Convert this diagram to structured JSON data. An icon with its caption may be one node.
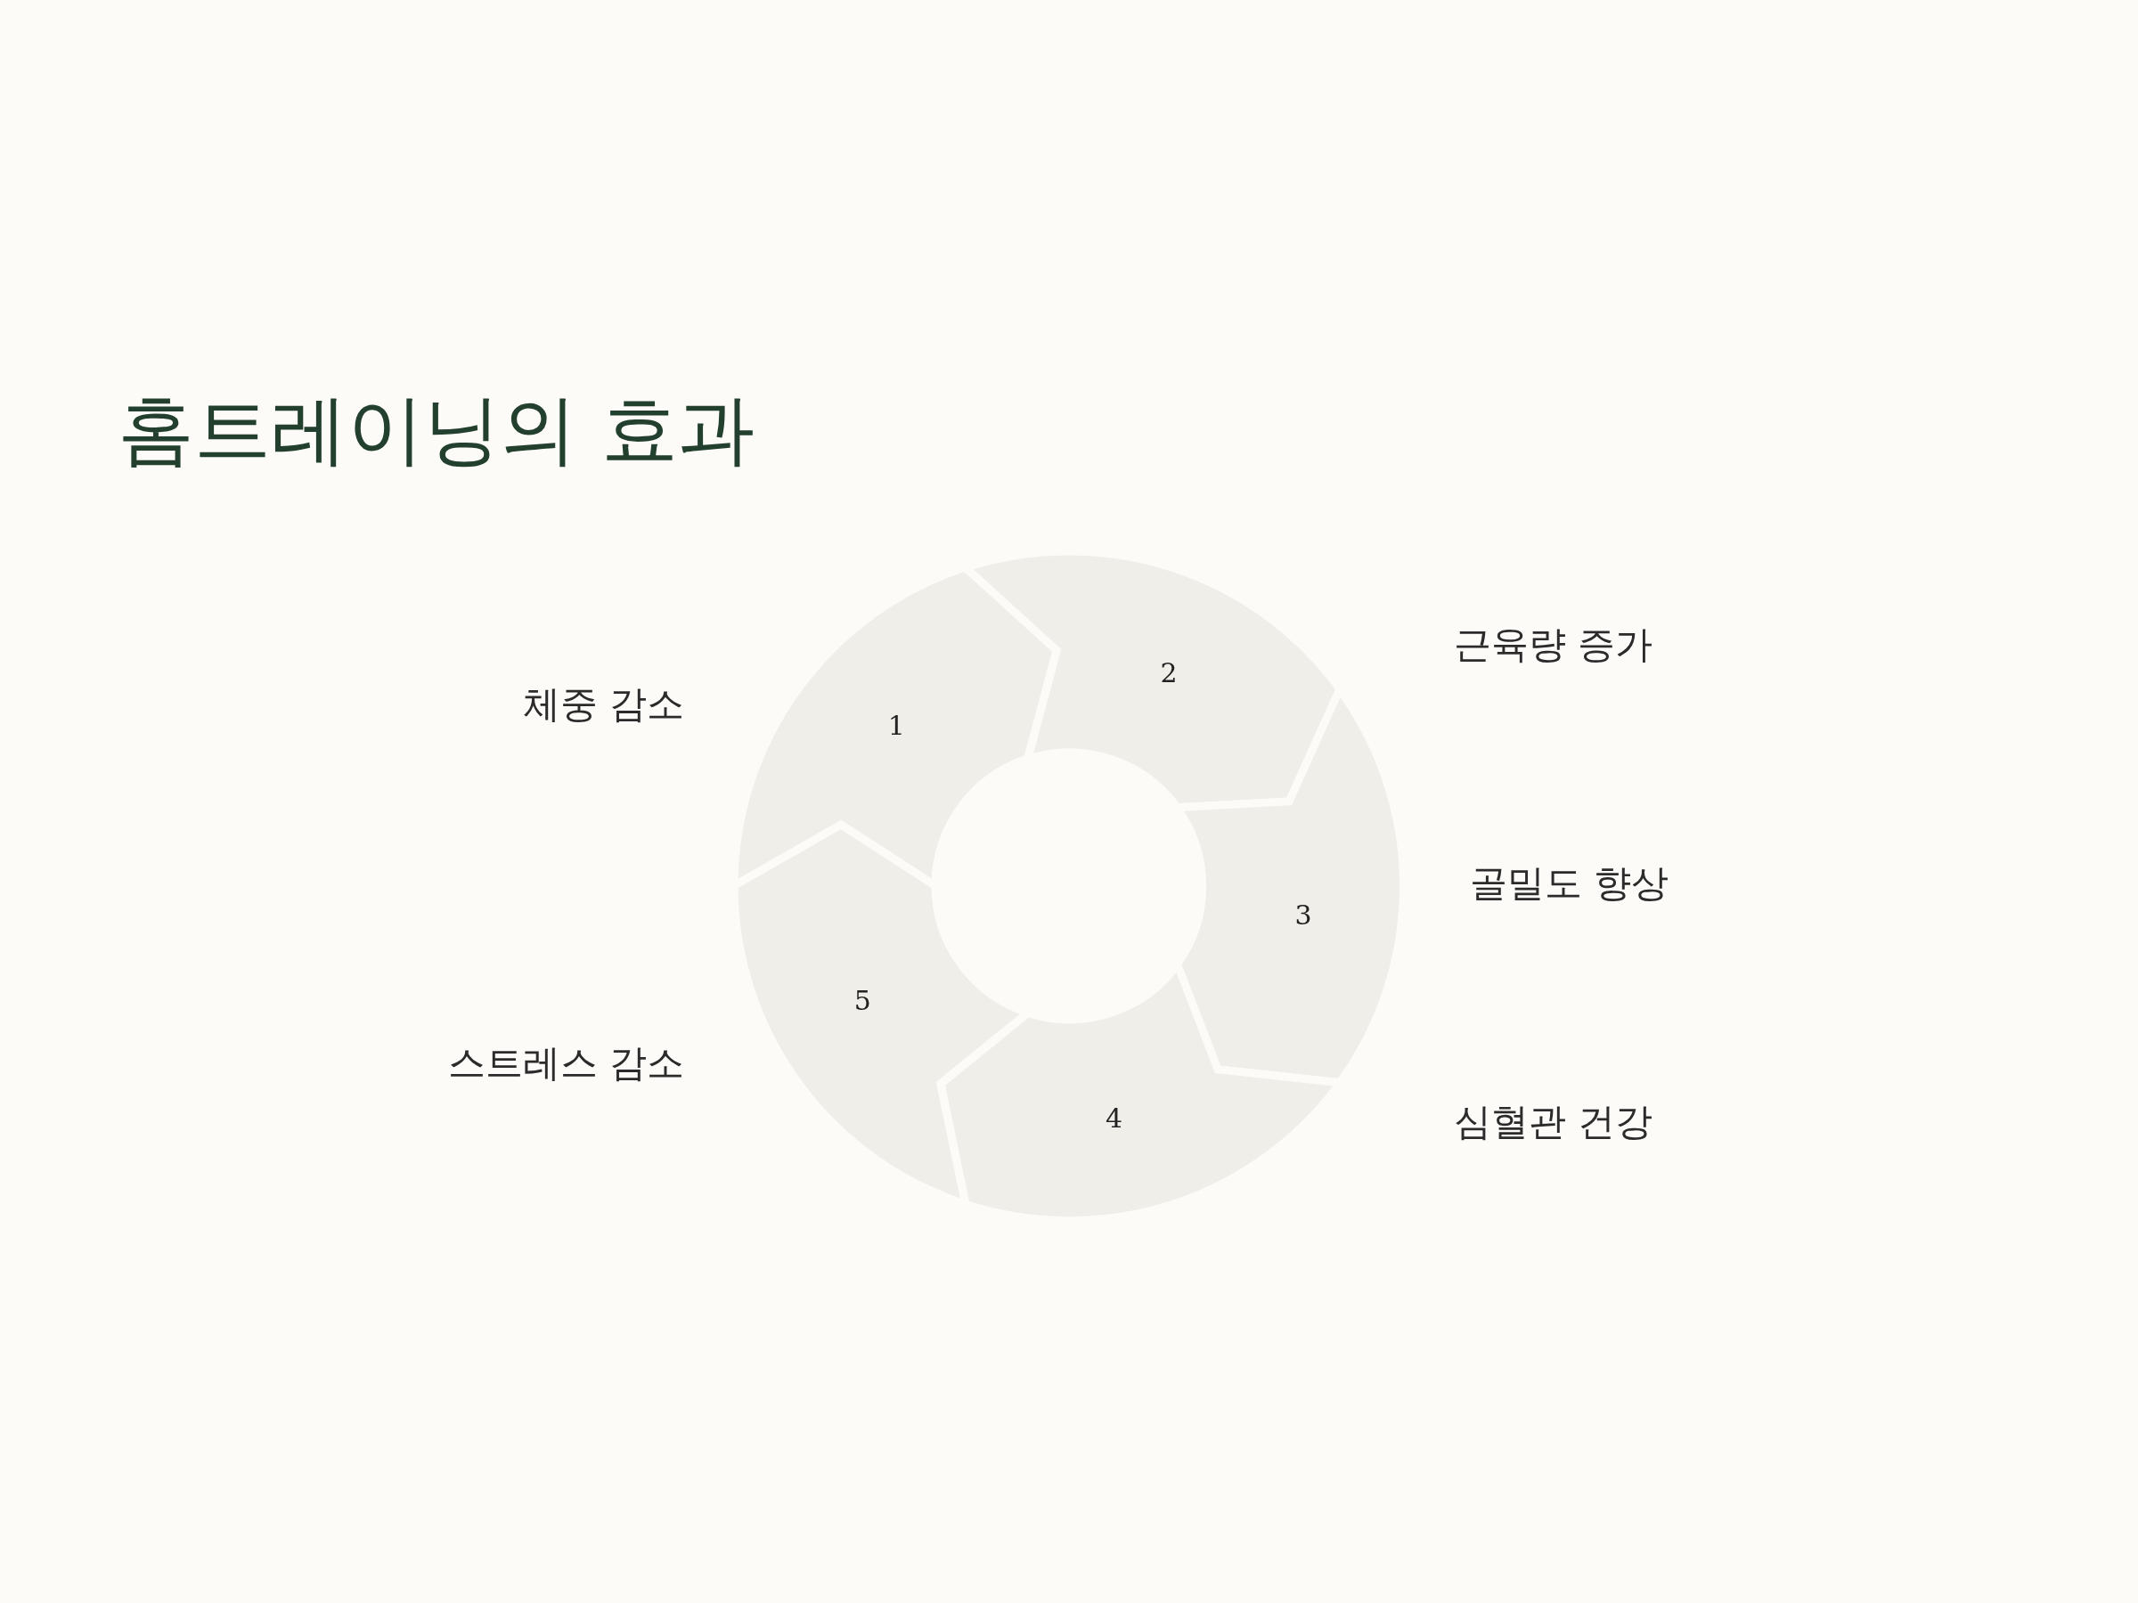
{
  "diagram": {
    "title": "홈트레이닝의 효과",
    "nodes": [
      {
        "text": [
          "1"
        ]
      },
      {
        "text": [
          "2"
        ]
      },
      {
        "text": [
          "3"
        ]
      },
      {
        "text": [
          "4"
        ]
      },
      {
        "text": [
          "5"
        ]
      }
    ],
    "labels": [
      "근육량 증가",
      "체중 감소",
      "골밀도 향상",
      "스트레스 감소",
      "심혈관 건강"
    ]
  }
}
